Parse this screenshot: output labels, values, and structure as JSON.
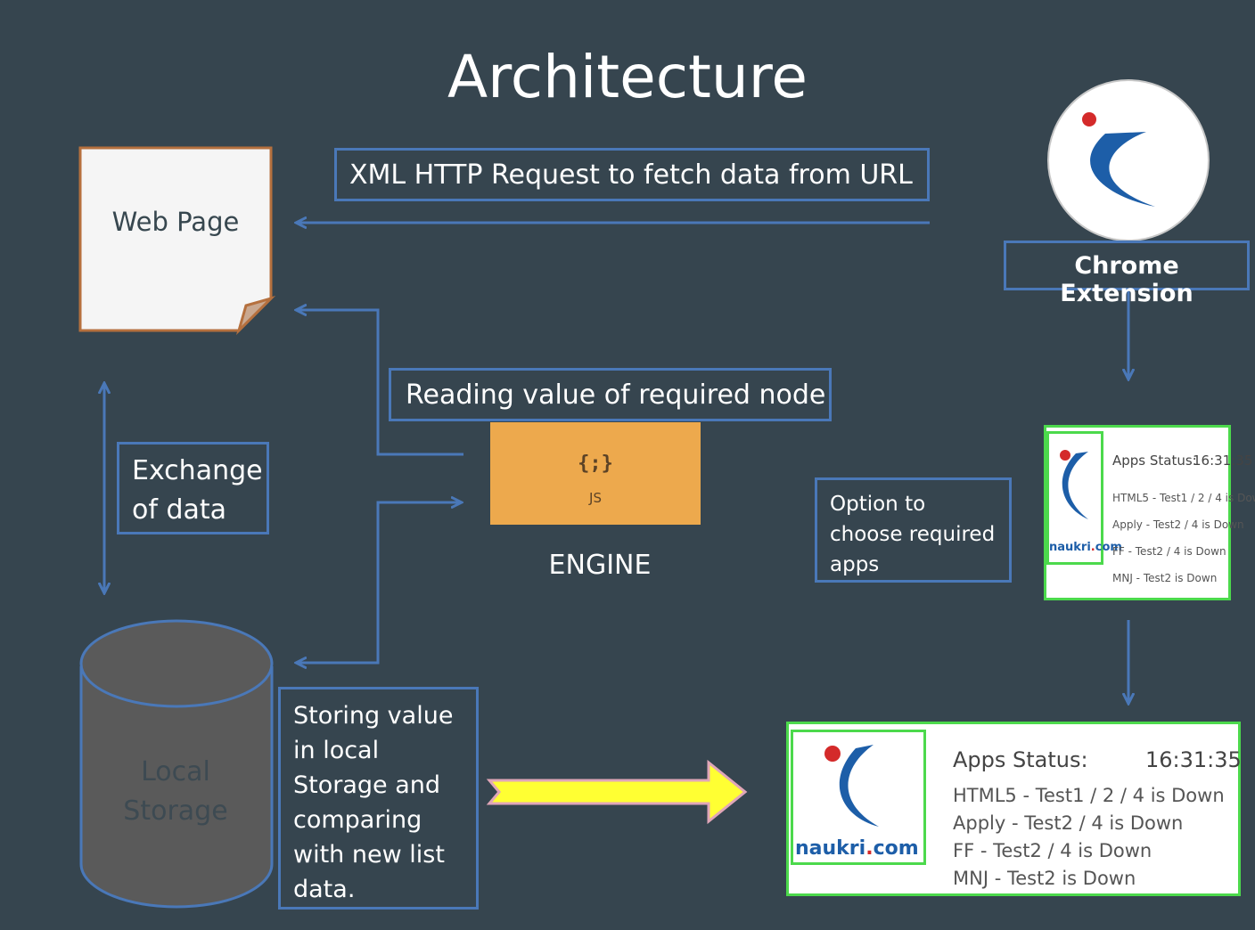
{
  "title": "Architecture",
  "web_page": {
    "label": "Web Page"
  },
  "xhr_note": "XML HTTP Request to fetch data from URL",
  "read_note": "Reading value of required node",
  "exchange_note": {
    "line1": "Exchange",
    "line2": "of data"
  },
  "engine": {
    "icon_text": "{;}",
    "icon_badge": "JS",
    "label": "ENGINE"
  },
  "local_storage": {
    "line1": "Local",
    "line2": "Storage"
  },
  "store_note": [
    "Storing value",
    "in local",
    "Storage and",
    "comparing",
    "with new list",
    "data."
  ],
  "chrome_extension": {
    "label": "Chrome Extension"
  },
  "option_note": [
    "Option to",
    "choose required",
    "apps"
  ],
  "popup": {
    "brand_main": "naukri",
    "brand_dot": ".",
    "brand_tld": "com",
    "title": "Apps Status:",
    "time": "16:31:35",
    "lines": [
      "HTML5 - Test1 / 2 / 4 is Down",
      "Apply - Test2 / 4 is Down",
      "FF - Test2 / 4 is Down",
      "MNJ - Test2 is Down"
    ]
  },
  "colors": {
    "background": "#36454f",
    "connector": "#4a78b8",
    "engine": "#eda94d",
    "highlight_arrow": "#ffff33",
    "panel_border": "#4cd94c",
    "logo_red": "#d42a2a",
    "logo_blue": "#1d5ea8"
  }
}
